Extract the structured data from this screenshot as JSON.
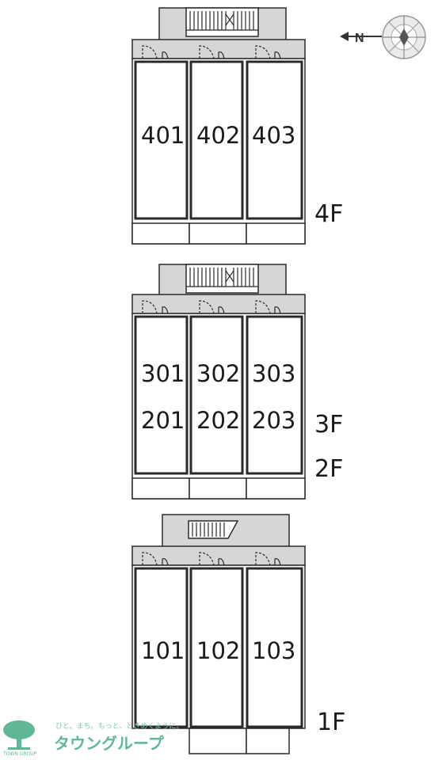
{
  "compass": {
    "label": "N"
  },
  "floors": [
    {
      "id": "4f",
      "label": "4F",
      "units": [
        "401",
        "402",
        "403"
      ]
    },
    {
      "id": "3f-2f",
      "label_upper": "3F",
      "label_lower": "2F",
      "units_upper": [
        "301",
        "302",
        "303"
      ],
      "units_lower": [
        "201",
        "202",
        "203"
      ]
    },
    {
      "id": "1f",
      "label": "1F",
      "units": [
        "101",
        "102",
        "103"
      ]
    }
  ],
  "logo": {
    "tagline": "ひと。まち。もっと、ときめくように。",
    "name": "タウングループ",
    "sub": "TOWN GROUP",
    "color": "#5fb893"
  },
  "colors": {
    "line": "#2a2a2a",
    "stair_gray": "#d6d6d6",
    "plan_fill": "#ffffff"
  }
}
